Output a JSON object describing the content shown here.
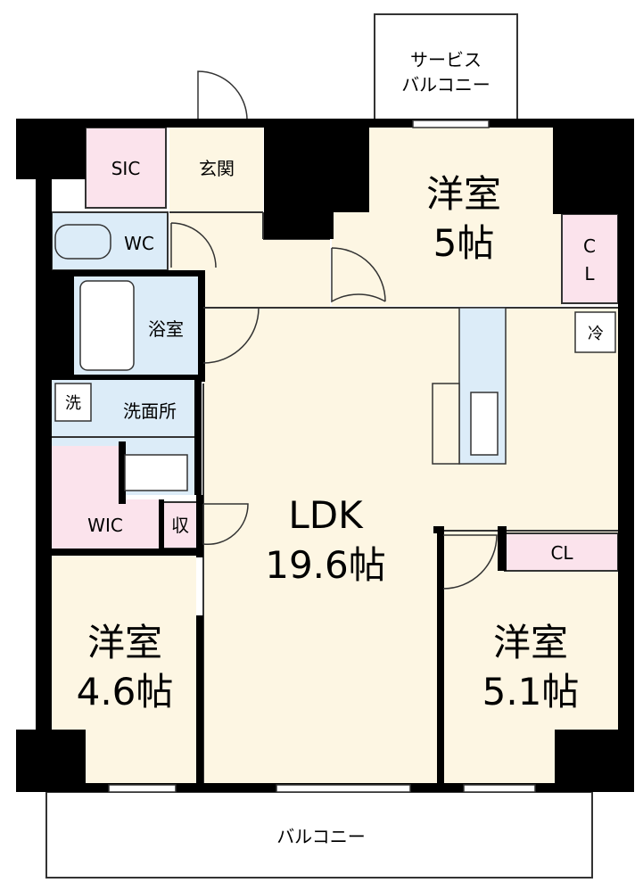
{
  "rooms": {
    "service_balcony_line1": "サービス",
    "service_balcony_line2": "バルコニー",
    "sic": "SIC",
    "entrance": "玄関",
    "western_top_name": "洋室",
    "western_top_size": "5帖",
    "cl_top_line1": "C",
    "cl_top_line2": "L",
    "wc": "WC",
    "bath": "浴室",
    "fridge": "冷",
    "washer": "洗",
    "washroom": "洗面所",
    "ldk_name": "LDK",
    "ldk_size": "19.6帖",
    "wic": "WIC",
    "storage": "収",
    "cl_right": "CL",
    "western_left_name": "洋室",
    "western_left_size": "4.6帖",
    "western_right_name": "洋室",
    "western_right_size": "5.1帖",
    "balcony": "バルコニー"
  },
  "colors": {
    "wall": "#000000",
    "floor": "#fdf6e3",
    "wet_area": "#dcecf8",
    "storage": "#fbe3ec",
    "line": "#333333"
  }
}
